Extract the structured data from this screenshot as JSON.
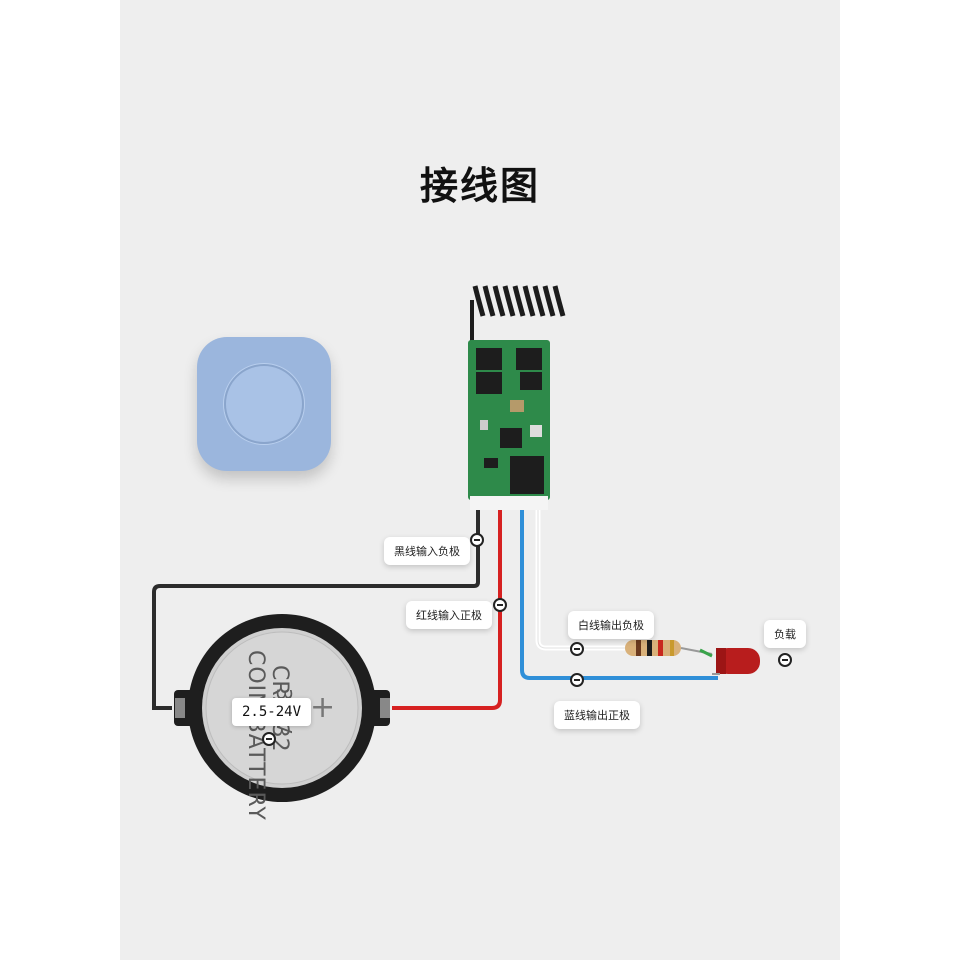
{
  "title": "接线图",
  "labels": {
    "black_wire": "黑线输入负极",
    "red_wire": "红线输入正极",
    "white_wire": "白线输出负极",
    "blue_wire": "蓝线输出正极",
    "load": "负载",
    "voltage": "2.5-24V"
  },
  "battery": {
    "line1": "COIN BATTERY",
    "line2": "CR2032",
    "line3": "3.0V",
    "plus_sign": "+"
  },
  "colors": {
    "black_wire": "#2b2b2b",
    "red_wire": "#d62020",
    "white_wire": "#ffffff",
    "blue_wire": "#2f8fd8",
    "button": "#9bb6dd",
    "pcb": "#2e8a4a"
  },
  "icons": [
    "minus-icon",
    "wireless-button",
    "receiver-module",
    "coin-battery",
    "resistor",
    "led"
  ]
}
